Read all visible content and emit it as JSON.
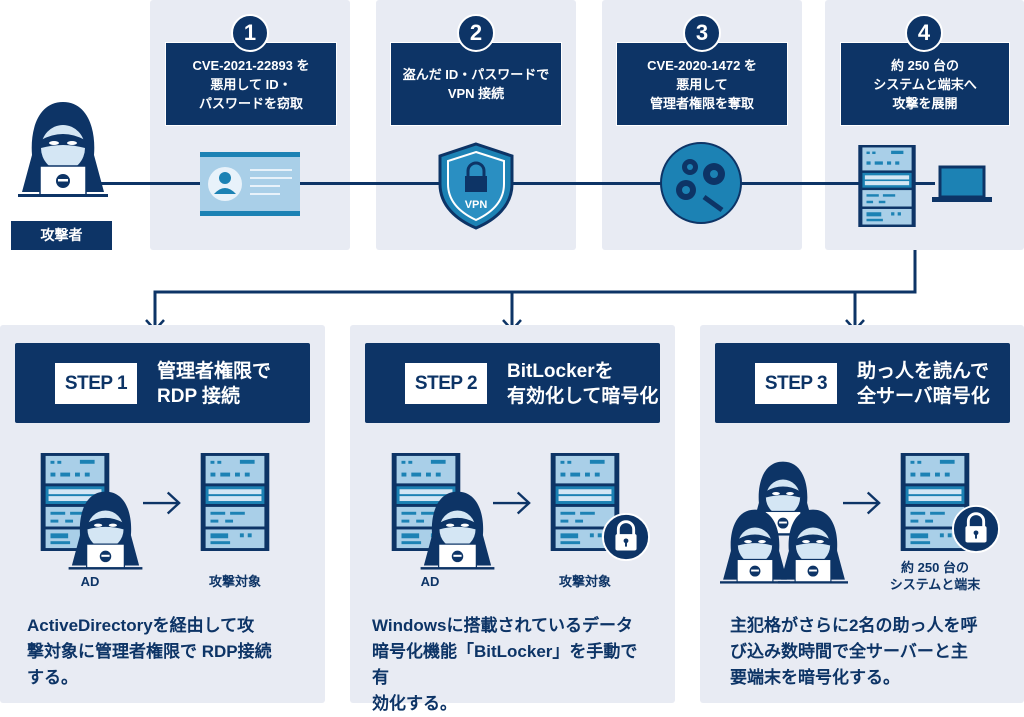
{
  "attacker": {
    "label": "攻撃者"
  },
  "stages": [
    {
      "number": "1",
      "text": "CVE-2021-22893 を\n悪用して ID・\nパスワードを窃取",
      "icon": "id-card-icon"
    },
    {
      "number": "2",
      "text": "盗んだ ID・パスワードで\nVPN 接続",
      "icon": "vpn-shield-icon",
      "icon_text": "VPN"
    },
    {
      "number": "3",
      "text": "CVE-2020-1472 を\n悪用して\n管理者権限を奪取",
      "icon": "gears-icon"
    },
    {
      "number": "4",
      "text": "約 250 台の\nシステムと端末へ\n攻撃を展開",
      "icon": "server-laptop-icon"
    }
  ],
  "steps": [
    {
      "label": "STEP 1",
      "title": "管理者権限で\nRDP 接続",
      "left_label": "AD",
      "right_label": "攻撃対象",
      "description": "ActiveDirectoryを経由して攻\n撃対象に管理者権限で RDP接続\nする。"
    },
    {
      "label": "STEP 2",
      "title": "BitLockerを\n有効化して暗号化",
      "left_label": "AD",
      "right_label": "攻撃対象",
      "description": "Windowsに搭載されているデータ\n暗号化機能「BitLocker」を手動で有\n効化する。"
    },
    {
      "label": "STEP 3",
      "title": "助っ人を読んで\n全サーバ暗号化",
      "right_label": "約 250 台の\nシステムと端末",
      "description": "主犯格がさらに2名の助っ人を呼\nび込み数時間で全サーバーと主\n要端末を暗号化する。"
    }
  ],
  "colors": {
    "navy": "#0d3466",
    "panel": "#e8ebf3",
    "light_blue": "#a9cfe8",
    "mid_blue": "#1c82b4"
  }
}
